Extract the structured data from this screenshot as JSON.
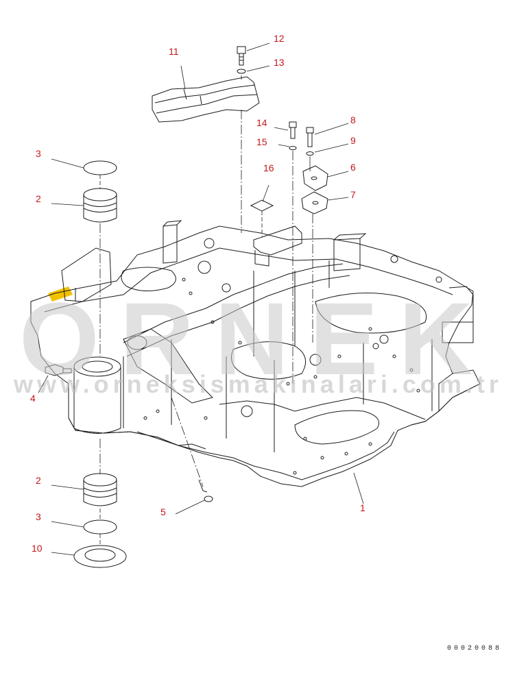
{
  "watermark": {
    "brand": "ORNEK",
    "url": "www.orneksismakinalari.com.tr"
  },
  "document_number": "00020088",
  "callouts": [
    {
      "id": "c12",
      "text": "12"
    },
    {
      "id": "c13",
      "text": "13"
    },
    {
      "id": "c11",
      "text": "11"
    },
    {
      "id": "c14",
      "text": "14"
    },
    {
      "id": "c8",
      "text": "8"
    },
    {
      "id": "c15",
      "text": "15"
    },
    {
      "id": "c9",
      "text": "9"
    },
    {
      "id": "c6",
      "text": "6"
    },
    {
      "id": "c16",
      "text": "16"
    },
    {
      "id": "c7",
      "text": "7"
    },
    {
      "id": "c3a",
      "text": "3"
    },
    {
      "id": "c2a",
      "text": "2"
    },
    {
      "id": "c4",
      "text": "4"
    },
    {
      "id": "c5",
      "text": "5"
    },
    {
      "id": "c1",
      "text": "1"
    },
    {
      "id": "c2b",
      "text": "2"
    },
    {
      "id": "c3b",
      "text": "3"
    },
    {
      "id": "c10",
      "text": "10"
    }
  ],
  "colors": {
    "line": "#1a1a1a",
    "callout": "#c4161c",
    "watermark": "#d0d0d0",
    "accent_yellow": "#f2c200"
  }
}
